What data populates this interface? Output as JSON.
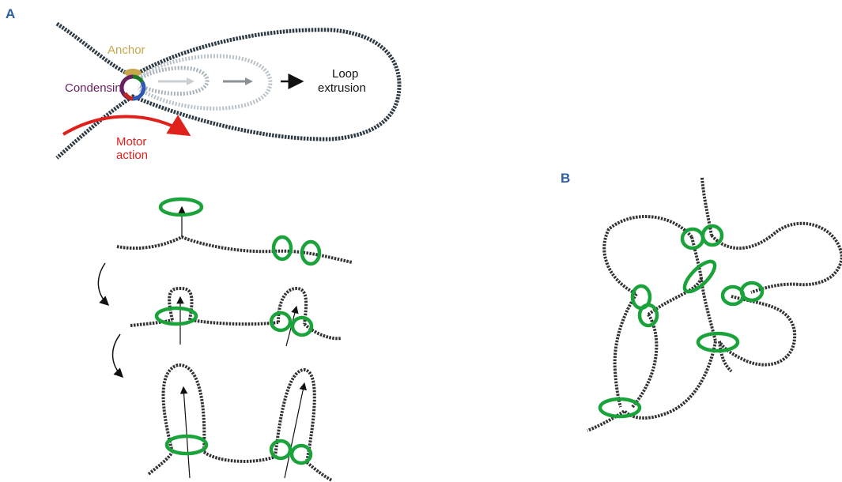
{
  "panels": {
    "a": "A",
    "b": "B"
  },
  "labels": {
    "anchor": "Anchor",
    "condensin": "Condensin",
    "loop_line1": "Loop",
    "loop_line2": "extrusion",
    "motor_line1": "Motor",
    "motor_line2": "action"
  },
  "colors": {
    "panel_label": "#2e5fa3",
    "dna": "#2f3b44",
    "dna_faded": "#a9b3ba",
    "anchor": "#c8a64a",
    "condensin": "#6a1f5f",
    "motor": "#e0201b",
    "ring": "#1aa33a",
    "arrow": "#1a1a1a"
  }
}
